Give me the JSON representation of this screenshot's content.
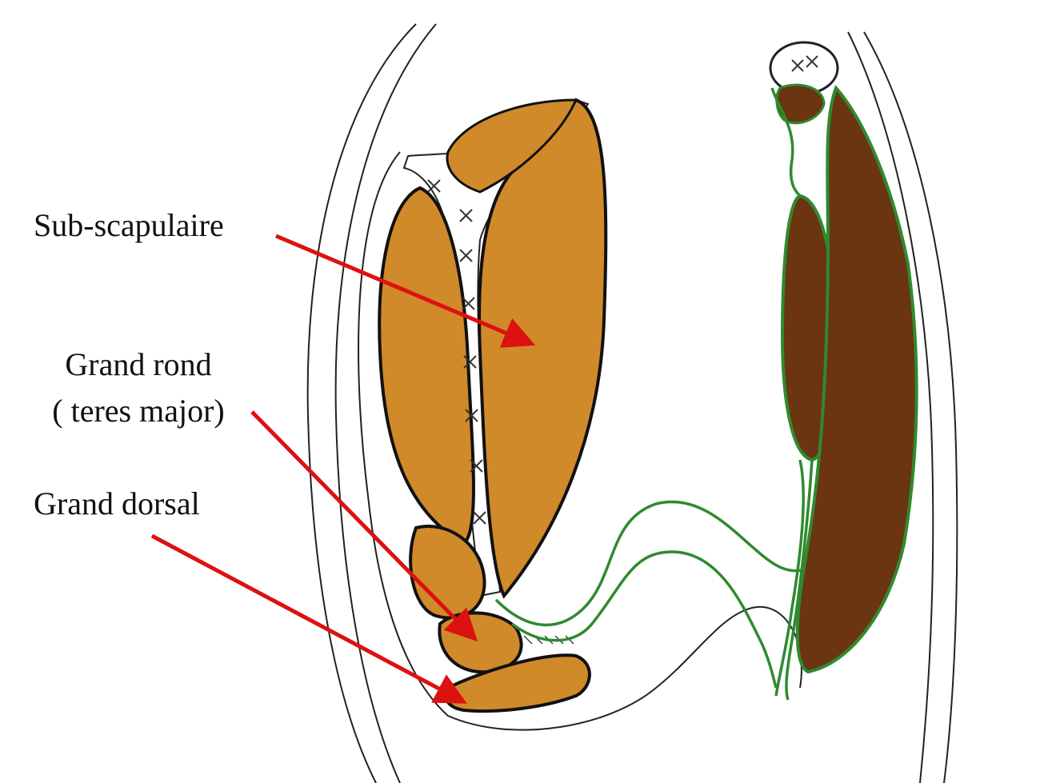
{
  "labels": {
    "subscapularis": "Sub-scapulaire",
    "teres_major_line1": "Grand rond",
    "teres_major_line2": "( teres major)",
    "latissimus": "Grand dorsal"
  },
  "colors": {
    "muscle_anterior": "#d08a2a",
    "muscle_posterior": "#6a3510",
    "fascia_line": "#2f8a2f",
    "arrow": "#dd1111",
    "outline": "#222222"
  }
}
